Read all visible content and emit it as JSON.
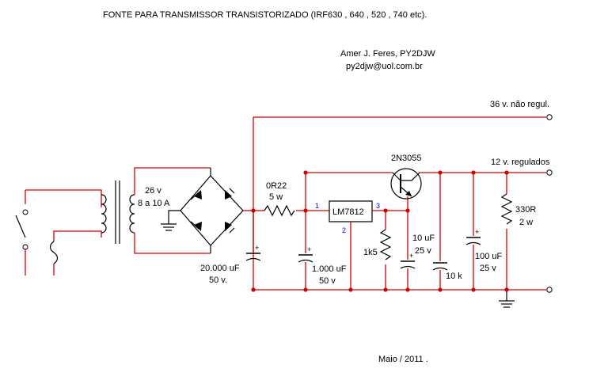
{
  "header": {
    "title": "FONTE  PARA  TRANSMISSOR  TRANSISTORIZADO    (IRF630 , 640 , 520 , 740 etc).",
    "author": "Amer J. Feres, PY2DJW",
    "email": "py2djw@uol.com.br"
  },
  "outputs": {
    "unreg": "36 v. não regul.",
    "reg": "12 v. regulados"
  },
  "components": {
    "transformer_v": "26 v",
    "transformer_a": "8 a 10 A",
    "resistor_r": "0R22",
    "resistor_w": "5 w",
    "regulator": "LM7812",
    "pin1": "1",
    "pin2": "2",
    "pin3": "3",
    "transistor": "2N3055",
    "c1_value": "20.000 uF",
    "c1_volt": "50 v.",
    "c2_value": "1.000 uF",
    "c2_volt": "50 v",
    "r_1k5": "1k5",
    "c3_value": "10 uF",
    "c3_volt": "25 v",
    "r_10k": "10 k",
    "c4_value": "100 uF",
    "c4_volt": "25 v",
    "r_330": "330R",
    "r_330_w": "2 w"
  },
  "footer": {
    "date": "Maio /  2011 ."
  }
}
